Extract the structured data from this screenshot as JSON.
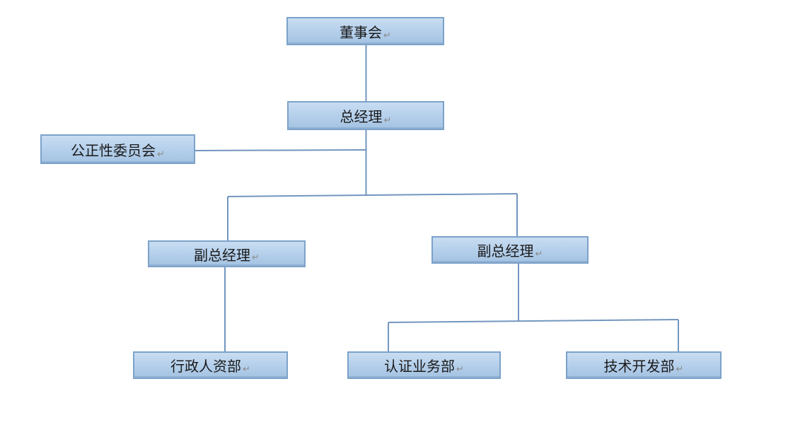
{
  "diagram": {
    "type": "org-chart",
    "language": "zh-CN",
    "background": "#ffffff"
  },
  "colors": {
    "box_border": "#7ca2c9",
    "box_fill_top": "#c9ddf2",
    "box_fill_bottom": "#a4c3e2",
    "connector_line": "#7396bf",
    "label_text": "#1a1a1a",
    "return_mark": "#8c8c8c"
  },
  "marks": {
    "return_mark": "↵"
  },
  "nodes": [
    {
      "id": "board",
      "label": "董事会"
    },
    {
      "id": "gm",
      "label": "总经理"
    },
    {
      "id": "impartiality",
      "label": "公正性委员会"
    },
    {
      "id": "dgm-left",
      "label": "副总经理"
    },
    {
      "id": "dgm-right",
      "label": "副总经理"
    },
    {
      "id": "admin-hr",
      "label": "行政人资部"
    },
    {
      "id": "cert",
      "label": "认证业务部"
    },
    {
      "id": "tech",
      "label": "技术开发部"
    }
  ],
  "edges": [
    {
      "from": "board",
      "to": "gm"
    },
    {
      "from": "gm",
      "to": "dgm-left"
    },
    {
      "from": "gm",
      "to": "dgm-right"
    },
    {
      "from": "impartiality",
      "to": "gm",
      "note": "side link into gm trunk line"
    },
    {
      "from": "dgm-left",
      "to": "admin-hr"
    },
    {
      "from": "dgm-right",
      "to": "cert"
    },
    {
      "from": "dgm-right",
      "to": "tech"
    }
  ]
}
